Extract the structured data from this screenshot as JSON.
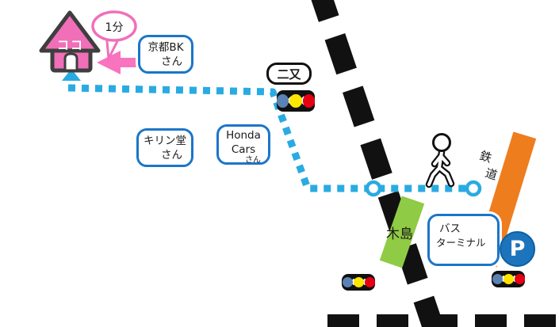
{
  "map": {
    "destination": {
      "label": "ココ",
      "walk_time": "1分"
    },
    "landmarks": {
      "kyoto_bk": {
        "line1": "京都BK",
        "line2": "さん"
      },
      "kirindo": {
        "line1": "キリン堂",
        "line2": "さん"
      },
      "honda": {
        "line1": "Honda",
        "line2": "Cars",
        "line3": "さん"
      },
      "bus_terminal": {
        "line1": "バス",
        "line2": "ターミナル"
      }
    },
    "intersection": {
      "label": "二又"
    },
    "railway": {
      "label": "鉄道",
      "chars": [
        "鉄",
        "道"
      ]
    },
    "street_bar": {
      "label": "木島"
    },
    "parking": {
      "label": "P"
    }
  },
  "colors": {
    "background": "#FFFFFF",
    "road_black": "#111111",
    "route_cyan": "#29ABE2",
    "box_border_blue": "#1B76C8",
    "house_pink": "#F06FB8",
    "bubble_pink": "#F16FBB",
    "railway_orange": "#EE7D1E",
    "street_green": "#8FCB44",
    "parking_blue": "#1C75BC",
    "signal_colors": [
      "#5A82B4",
      "#FFE500",
      "#E60012"
    ]
  }
}
